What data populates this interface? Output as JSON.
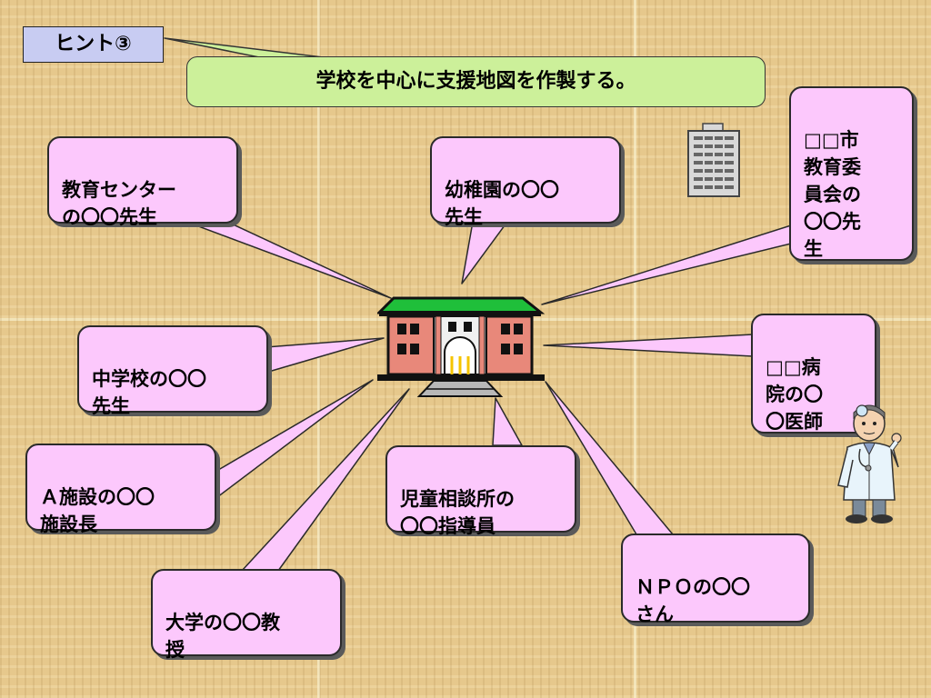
{
  "header": {
    "hint_label": "ヒント③",
    "subtitle": "学校を中心に支援地図を作製する。"
  },
  "colors": {
    "bubble_fill": "#fcc8fc",
    "subtitle_fill": "#ccf09a",
    "hint_fill": "#c8ccf2",
    "roof": "#1fbf3a",
    "building_walls": "#e8887a"
  },
  "center": {
    "icon": "school-building-icon"
  },
  "bubbles": [
    {
      "id": "education-center",
      "text": "教育センター\nの〇〇先生"
    },
    {
      "id": "kindergarten",
      "text": "幼稚園の〇〇\n先生"
    },
    {
      "id": "board-of-education",
      "text": "□□市\n教育委\n員会の\n〇〇先\n生"
    },
    {
      "id": "junior-high",
      "text": "中学校の〇〇\n先生"
    },
    {
      "id": "hospital",
      "text": "□□病\n院の〇\n〇医師"
    },
    {
      "id": "facility-a",
      "text": "Ａ施設の〇〇\n施設長"
    },
    {
      "id": "child-guidance",
      "text": "児童相談所の\n〇〇指導員"
    },
    {
      "id": "npo",
      "text": "ＮＰＯの〇〇\nさん"
    },
    {
      "id": "university",
      "text": "大学の〇〇教\n授"
    }
  ],
  "decorations": [
    "office-building-icon",
    "doctor-icon"
  ]
}
